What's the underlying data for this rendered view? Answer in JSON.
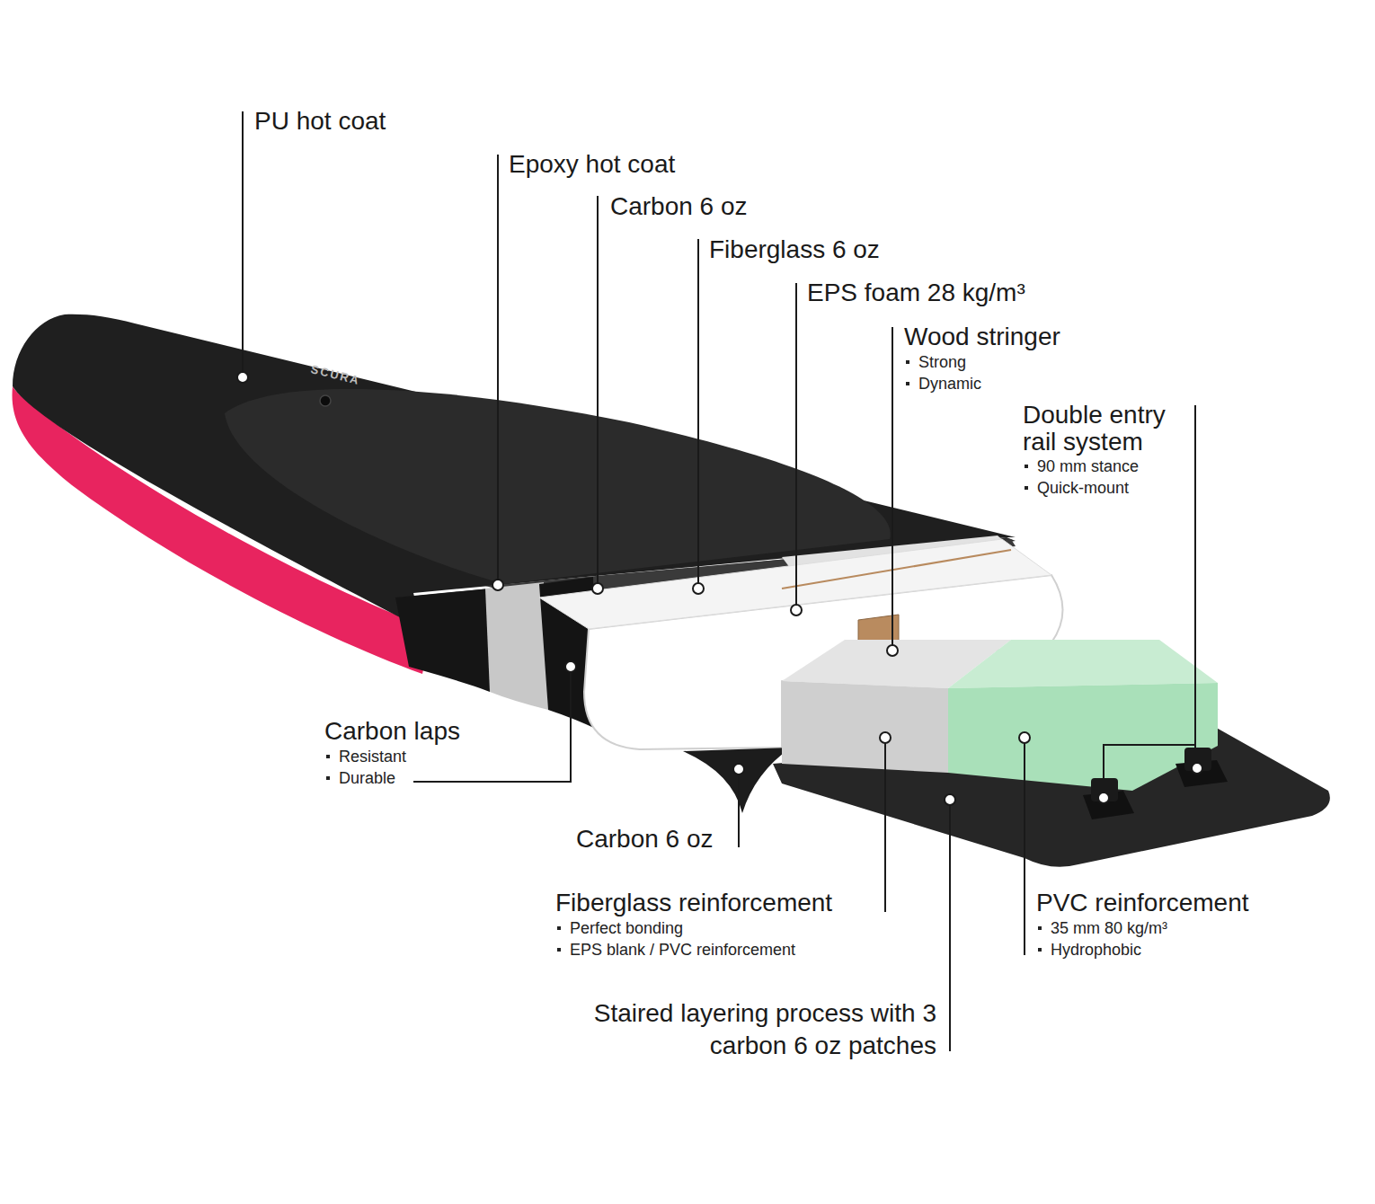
{
  "diagram": {
    "labels": [
      "PU hot coat",
      "Epoxy hot coat",
      "Carbon 6 oz",
      "Fiberglass 6 oz",
      "EPS foam 28 kg/m³",
      "Wood stringer",
      "Strong",
      "Dynamic",
      "Double entry rail system",
      "90 mm stance",
      "Quick-mount",
      "Carbon laps",
      "Resistant",
      "Durable",
      "Carbon 6 oz",
      "Fiberglass reinforcement",
      "Perfect bonding",
      "EPS blank / PVC reinforcement",
      "PVC reinforcement",
      "35 mm 80 kg/m³",
      "Hydrophobic",
      "Staired layering process with 3 carbon 6 oz patches",
      "SCURA"
    ]
  }
}
